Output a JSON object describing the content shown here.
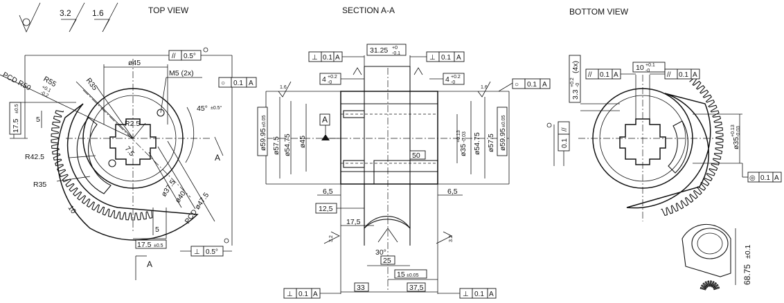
{
  "titles": {
    "top_view": "TOP VIEW",
    "section": "SECTION A-A",
    "bottom_view": "BOTTOM VIEW"
  },
  "roughness": {
    "general": "3.2",
    "fine": "1.6",
    "local": "1.6",
    "vertical": "3.2"
  },
  "top_view": {
    "d45": "ø45",
    "m5": "M5 (2x)",
    "r55": "R55",
    "r35a": "R35",
    "pcd50": "PCD R50",
    "pcd50_tol": "+0.1",
    "pcd50_tol2": "-0.2",
    "r2_5": "R2.5",
    "angle": "45°",
    "angle_tol": "±0.5°",
    "r42_5": "R42.5",
    "r35b": "R35",
    "d37_5": "ø37.5",
    "d40": "ø40",
    "pcd47_5": "PCD ø47.5",
    "d17_5_left": "17.5",
    "d17_5_left_tol": "±0.5",
    "d5_left": "5",
    "d5_bottom": "5",
    "d7_5": "7.5",
    "d10": "10",
    "d17_5_bottom": "17.5",
    "d17_5_bottom_tol": "±0.5",
    "section_mark": "A",
    "parallel_fcf": {
      "sym": "//",
      "tol": "0.5°"
    },
    "perp_fcf": {
      "sym": "⊥",
      "tol": "0.5°"
    },
    "circ_fcf": {
      "sym": "○",
      "tol": "0.1",
      "datum": "A"
    }
  },
  "section": {
    "d31_25": "31.25",
    "d31_25_tol_up": "+0",
    "d31_25_tol_dn": "-0.1",
    "d4_left": "4",
    "d4_left_tol_up": "+0.2",
    "d4_left_tol_dn": "-0",
    "d4_right": "4",
    "d4_right_tol_up": "+0.2",
    "d4_right_tol_dn": "-0",
    "d59_95_left": "ø59.95",
    "d59_95_left_tol": "±0.05",
    "d57_5_left": "ø57.5",
    "d54_75_left": "ø54.75",
    "d45": "ø45",
    "d35": "ø35",
    "d35_tol_up": "+0.13",
    "d35_tol_dn": "-0.03",
    "d54_75_right": "ø54.75",
    "d57_5_right": "ø57.5",
    "d59_95_right": "ø59.95",
    "d59_95_right_tol": "±0.05",
    "d50": "50",
    "d6_5_left": "6,5",
    "d6_5_right": "6,5",
    "d12_5": "12,5",
    "d17_5": "17,5",
    "angle30": "30°",
    "d25": "25",
    "d15": "15",
    "d15_tol": "±0.05",
    "d33": "33",
    "d37_5": "37,5",
    "datum": "A",
    "perp_top_left": {
      "sym": "⊥",
      "tol": "0.1",
      "datum": "A"
    },
    "perp_top_right": {
      "sym": "⊥",
      "tol": "0.1",
      "datum": "A"
    },
    "circ_right": {
      "sym": "○",
      "tol": "0.1",
      "datum": "A"
    },
    "perp_bottom_left": {
      "sym": "⊥",
      "tol": "0.1",
      "datum": "A"
    },
    "perp_bottom_right": {
      "sym": "⊥",
      "tol": "0.1",
      "datum": "A"
    }
  },
  "bottom_view": {
    "d10": "10",
    "d10_tol_up": "+0.1",
    "d10_tol_dn": "-0",
    "d3_3": "3.3",
    "d3_3_tol_up": "+0.2",
    "d3_3_tol_dn": "-0",
    "count": "(4x)",
    "d35": "ø35",
    "d35_tol_up": "+0.13",
    "d35_tol_dn": "-0.03",
    "par_left": {
      "sym": "//",
      "tol": "0.1",
      "datum": "A"
    },
    "par_right": {
      "sym": "//",
      "tol": "0.1",
      "datum": "A"
    },
    "par_vertical": {
      "sym": "//",
      "tol": "0.1"
    },
    "conc": {
      "sym": "◎",
      "tol": "0.1",
      "datum": "A"
    },
    "d68_75": "68.75",
    "d68_75_tol": "±0.1"
  }
}
